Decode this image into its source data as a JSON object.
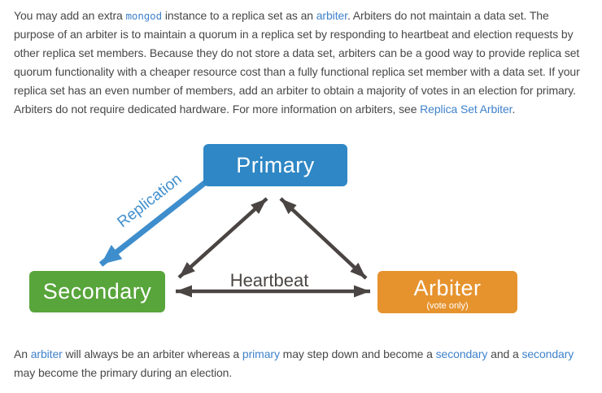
{
  "intro": {
    "text_1": "You may add an extra ",
    "link_mongod": "mongod",
    "text_2": " instance to a replica set as an ",
    "link_arbiter": "arbiter",
    "text_3": ". Arbiters do not maintain a data set. The purpose of an arbiter is to maintain a quorum in a replica set by responding to heartbeat and election requests by other replica set members. Because they do not store a data set, arbiters can be a good way to provide replica set quorum functionality with a cheaper resource cost than a fully functional replica set member with a data set. If your replica set has an even number of members, add an arbiter to obtain a majority of votes in an election for primary. Arbiters do not require dedicated hardware. For more information on arbiters, see ",
    "link_replica_set_arbiter": "Replica Set Arbiter",
    "text_4": "."
  },
  "diagram": {
    "nodes": {
      "primary": {
        "label": "Primary",
        "color": "#2f87c5"
      },
      "secondary": {
        "label": "Secondary",
        "color": "#58a53b"
      },
      "arbiter": {
        "label": "Arbiter",
        "sublabel": "(vote only)",
        "color": "#e6932e"
      }
    },
    "labels": {
      "replication": "Replication",
      "heartbeat": "Heartbeat"
    },
    "colors": {
      "replication_arrow": "#3e8ecd",
      "heartbeat_arrow": "#4a4543"
    }
  },
  "outro": {
    "text_1": "An ",
    "link_arbiter": "arbiter",
    "text_2": " will always be an arbiter whereas a ",
    "link_primary": "primary",
    "text_3": " may step down and become a ",
    "link_secondary_1": "secondary",
    "text_4": " and a ",
    "link_secondary_2": "secondary",
    "text_5": " may become the primary during an election."
  },
  "link_color": "#3f82cb",
  "text_color": "#494747"
}
